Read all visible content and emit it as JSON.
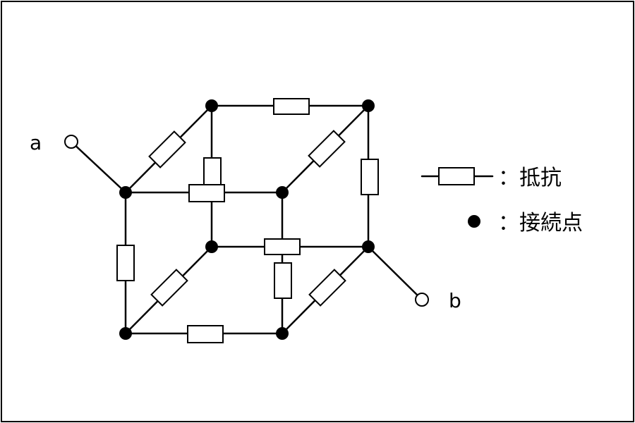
{
  "terminals": {
    "a_label": "a",
    "b_label": "b"
  },
  "legend": {
    "resistor_text": "：抵抗",
    "node_text": "：接続点"
  }
}
